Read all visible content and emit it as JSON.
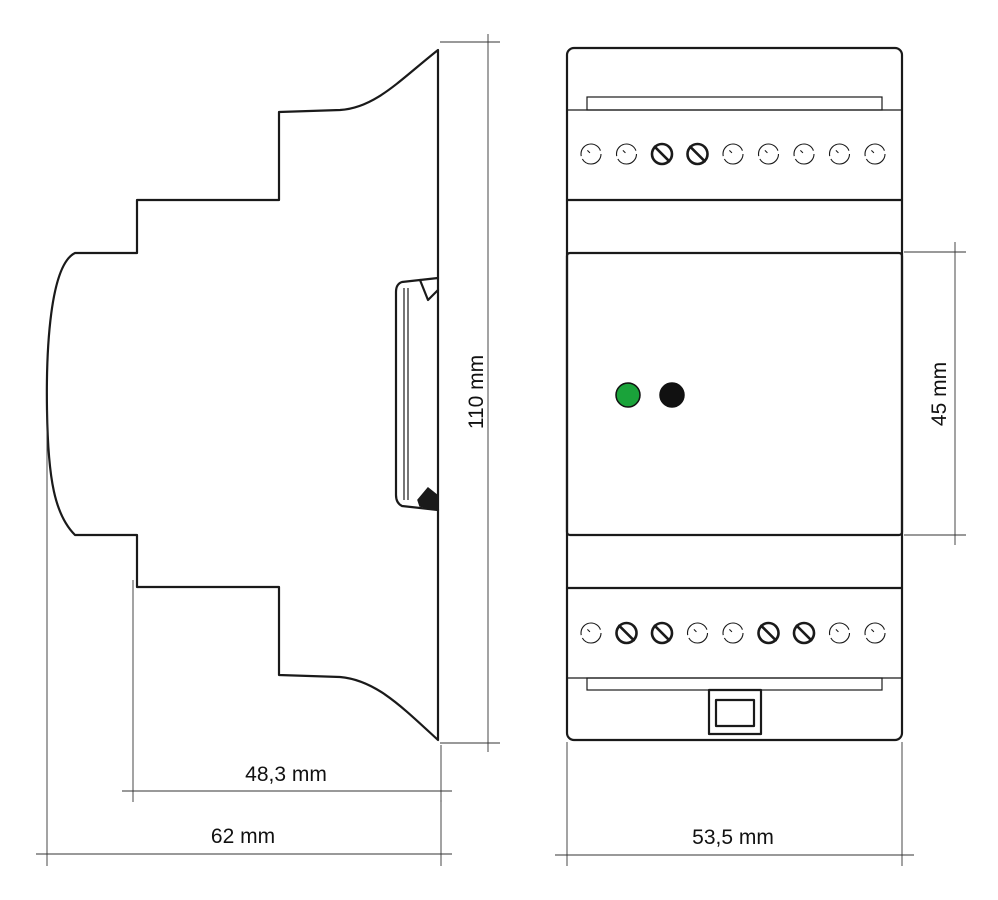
{
  "diagram": {
    "side_view": {
      "dimension_depth_total": "62 mm",
      "dimension_depth_front": "48,3 mm",
      "dimension_height": "110 mm"
    },
    "front_view": {
      "dimension_width": "53,5 mm",
      "dimension_window_height": "45 mm",
      "led_colors": {
        "status_led": "#1aa33a",
        "second_led": "#111111"
      },
      "terminal_rows": {
        "top": [
          "open",
          "open",
          "screw",
          "screw",
          "open",
          "open",
          "open",
          "open",
          "open"
        ],
        "bottom": [
          "open",
          "screw",
          "screw",
          "open",
          "open",
          "screw",
          "screw",
          "open",
          "open"
        ]
      }
    }
  }
}
